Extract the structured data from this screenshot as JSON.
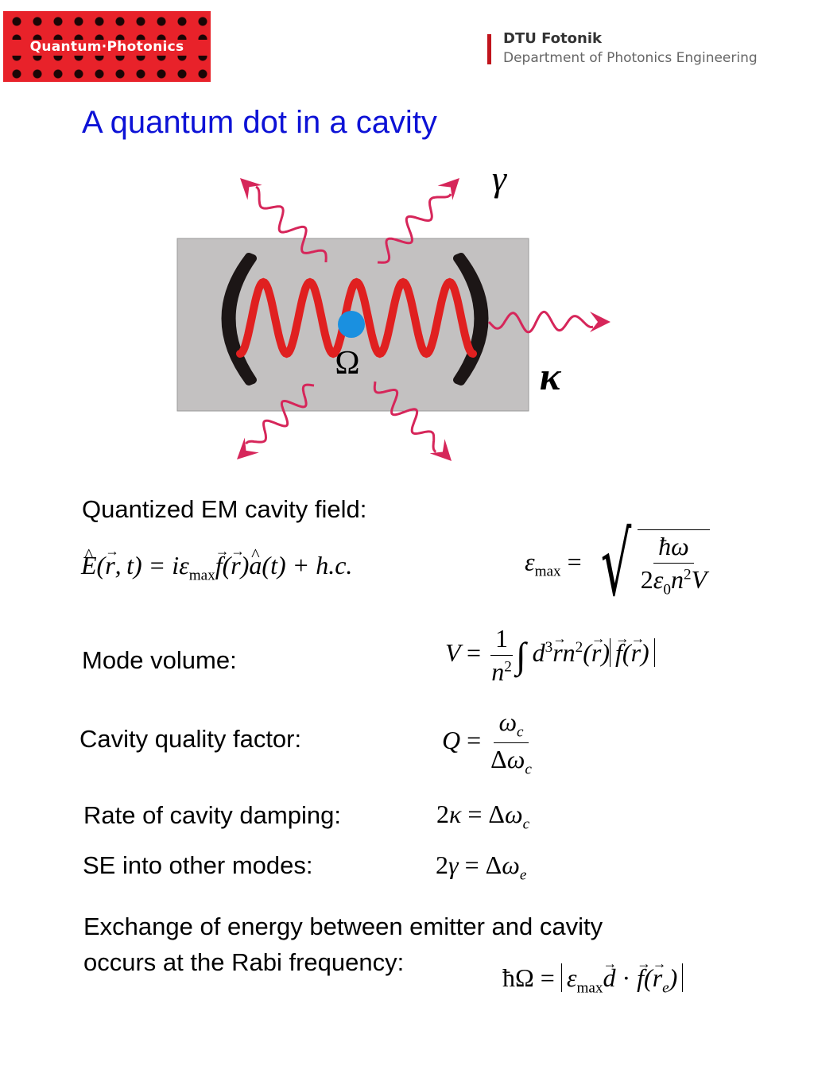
{
  "header": {
    "logo_text": "Quantum·Photonics",
    "org_name": "DTU Fotonik",
    "department": "Department of Photonics Engineering"
  },
  "title": "A quantum dot in a cavity",
  "diagram": {
    "gamma_symbol": "γ",
    "kappa_symbol": "κ",
    "omega_symbol": "Ω",
    "colors": {
      "cavity_box": "#c3c1c1",
      "standing_wave": "#e02020",
      "emission_arrows": "#d6265a",
      "quantum_dot": "#1a90e0",
      "mirrors": "#1c1616"
    }
  },
  "sections": {
    "field_label": "Quantized EM cavity field:",
    "mode_volume_label": "Mode volume:",
    "quality_label": "Cavity quality factor:",
    "damping_label": "Rate of cavity damping:",
    "se_label": "SE into other modes:",
    "rabi_line1": "Exchange of energy between emitter and cavity",
    "rabi_line2": "occurs at the Rabi frequency:"
  },
  "equations": {
    "field": "E(r,t) = i ε_max f(r) â(t) + h.c.",
    "eps_max": "ε_max = sqrt( ħω / (2 ε_0 n² V) )",
    "mode_volume": "V = (1/n²) ∫ d³r n²(r) |f(r)|",
    "quality": "Q = ω_c / Δω_c",
    "damping": "2κ = Δω_c",
    "se": "2γ = Δω_e",
    "rabi": "ħΩ = |ε_max d · f(r_e)|"
  }
}
